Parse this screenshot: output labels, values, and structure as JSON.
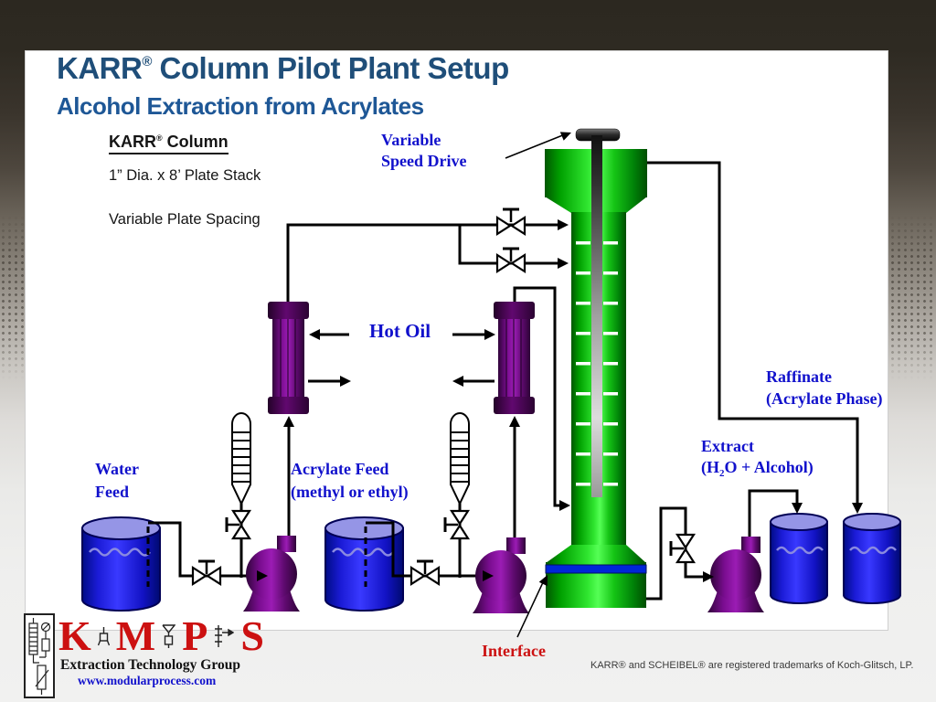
{
  "slide": {
    "title": {
      "brand": "KARR",
      "reg": "®",
      "rest": " Column Pilot Plant Setup"
    },
    "subtitle": "Alcohol Extraction from Acrylates"
  },
  "notes": {
    "heading": {
      "brand": "KARR",
      "reg": "®",
      "rest": " Column"
    },
    "dimension": "1” Dia. x 8’ Plate Stack",
    "spacing": "Variable Plate Spacing"
  },
  "diagram_labels": {
    "variable_speed_drive": {
      "line1": "Variable",
      "line2": "Speed Drive"
    },
    "hot_oil": "Hot Oil",
    "water_feed": {
      "line1": "Water",
      "line2": "Feed"
    },
    "acrylate_feed": {
      "line1": "Acrylate Feed",
      "line2": "(methyl or ethyl)"
    },
    "extract": {
      "line1": "Extract",
      "line2_a": "(H",
      "line2_sub": "2",
      "line2_b": "O + Alcohol)"
    },
    "raffinate": {
      "line1": "Raffinate",
      "line2": "(Acrylate Phase)"
    },
    "interface": "Interface"
  },
  "logo": {
    "letters": [
      "K",
      "M",
      "P",
      "S"
    ],
    "tagline": "Extraction Technology Group",
    "url": "www.modularprocess.com"
  },
  "footer": {
    "trademark": "KARR® and SCHEIBEL® are registered trademarks of Koch-Glitsch, LP."
  },
  "colors": {
    "title_blue": "#1f4e79",
    "subtitle_blue": "#1e5796",
    "label_blue": "#1111cc",
    "accent_red": "#cc1111",
    "column_green": "#22dd22",
    "vessel_purple": "#6b0b7e",
    "tank_blue": "#2222e0",
    "interface_blue": "#0026d8"
  }
}
